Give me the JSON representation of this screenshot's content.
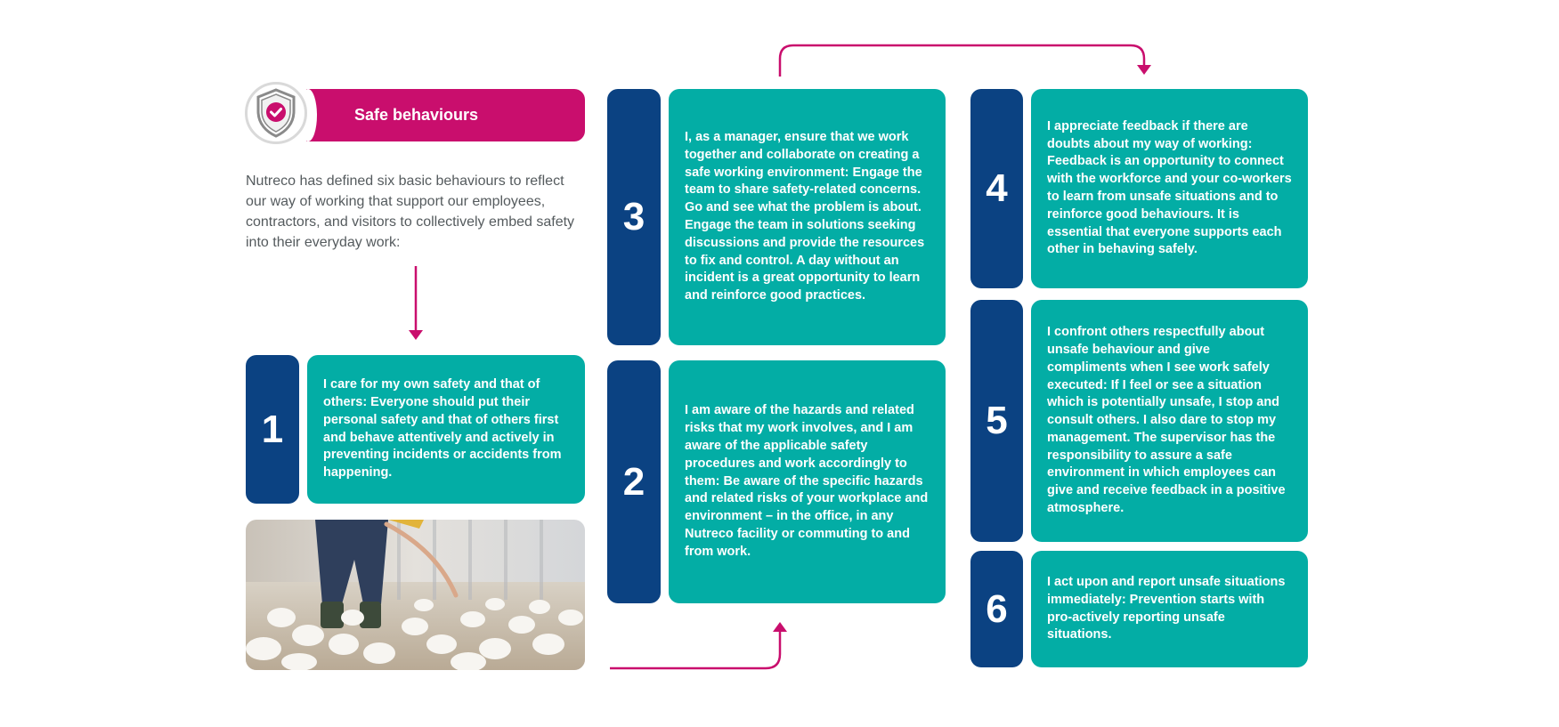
{
  "header": {
    "title": "Safe behaviours",
    "intro": "Nutreco has defined six basic behaviours to reflect our way of working that support our employees, contractors, and visitors to collectively embed safety into their everyday work:"
  },
  "behaviours": [
    {
      "number": "1",
      "text": "I care for my own safety and that of others: Everyone should put their personal safety and that of others first and behave attentively and actively in preventing incidents or accidents from happening."
    },
    {
      "number": "2",
      "text": "I am aware of the hazards and related risks that my work involves, and I am aware of the applicable safety procedures and work accordingly to them: Be aware of the specific hazards and related risks of your workplace and environment – in the office, in any Nutreco facility or commuting to and from work."
    },
    {
      "number": "3",
      "text": "I, as a manager, ensure that we work together and collaborate on creating a safe working environment: Engage the team to share safety-related concerns. Go and see what the problem is about. Engage the team in solutions seeking discussions and provide the resources to fix and control. A day without an incident is a great opportunity to learn and reinforce good practices."
    },
    {
      "number": "4",
      "text": "I appreciate feedback if there are doubts about my way of working: Feedback is an opportunity to connect with the workforce and your co-workers to learn from unsafe situations and to reinforce good behaviours. It is essential that everyone supports each other in behaving safely."
    },
    {
      "number": "5",
      "text": "I confront others respectfully about unsafe behaviour and give compliments when I see work safely executed: If I feel or see a situation which is potentially unsafe, I stop and consult others. I also dare to stop my management. The supervisor has the responsibility to assure a safe environment in which employees can give and receive feedback in a positive atmosphere."
    },
    {
      "number": "6",
      "text": "I act upon and report unsafe situations immediately: Prevention starts with pro-actively reporting unsafe situations."
    }
  ],
  "colors": {
    "magenta": "#c90e6d",
    "navy": "#0b4282",
    "teal": "#03ada5",
    "body_text": "#555b5e"
  },
  "icons": [
    "shield-check-icon",
    "arrow-down-icon",
    "arrow-up-icon",
    "arrow-right-icon"
  ]
}
